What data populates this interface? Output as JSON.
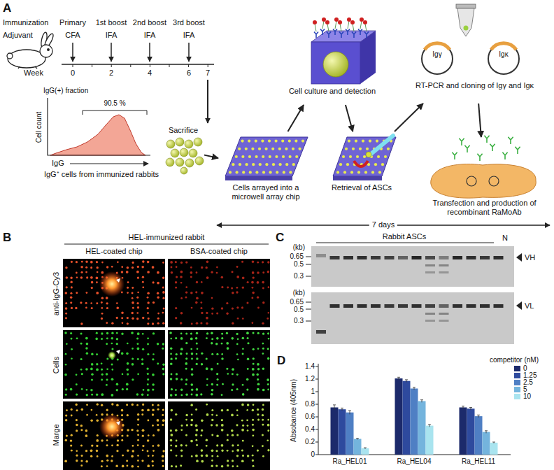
{
  "diagram": {
    "nodes": [
      {
        "text": [
          "Sacrifice"
        ]
      },
      {
        "text": [
          "Cells arrayed into a microwell array chip"
        ]
      },
      {
        "text": [
          "Cell culture and detection"
        ]
      },
      {
        "text": [
          "Retrieval of ASCs"
        ]
      },
      {
        "text": [
          "RT-PCR and cloning of Igγ and Igκ"
        ]
      },
      {
        "text": [
          "Transfection and production of recombinant RaMoAb"
        ]
      }
    ],
    "edges": [
      {
        "from": 0,
        "to": 1,
        "arrow": "to"
      },
      {
        "from": 1,
        "to": 2,
        "arrow": "to"
      },
      {
        "from": 2,
        "to": 3,
        "arrow": "to"
      },
      {
        "from": 3,
        "to": 4,
        "arrow": "to"
      },
      {
        "from": 4,
        "to": 5,
        "arrow": "to"
      }
    ],
    "labels": [
      "A",
      "Immunization",
      "Primary",
      "1st boost",
      "2nd boost",
      "3rd boost",
      "Adjuvant",
      "CFA",
      "IFA",
      "IFA",
      "IFA",
      "Week",
      "0",
      "2",
      "4",
      "6",
      "7",
      "IgG(+) fraction",
      "90.5 %",
      "Cell count",
      "IgG",
      "IgG⁺ cells from immunized rabbits",
      "7 days",
      "Igγ",
      "Igκ",
      "B",
      "HEL-immunized rabbit",
      "HEL-coated chip",
      "BSA-coated chip",
      "anti-IgG-Cy3",
      "Cells",
      "Marge",
      "C",
      "Rabbit ASCs",
      "N",
      "(kb)",
      "0.65",
      "0.5",
      "0.3",
      "VH",
      "(kb)",
      "0.65",
      "0.5",
      "0.3",
      "VL",
      "D",
      "Absobance (405nm)",
      "1.4",
      "1.2",
      "1",
      "0.8",
      "0.6",
      "0.4",
      "0.2",
      "0",
      "Ra_HEL01",
      "Ra_HEL04",
      "Ra_HEL11",
      "competitor (nM)"
    ],
    "legend": [
      {
        "text": "0",
        "color": "#1c2a6b"
      },
      {
        "text": "1.25",
        "color": "#2e4a9e"
      },
      {
        "text": "2.5",
        "color": "#4f7fc4"
      },
      {
        "text": "5",
        "color": "#74b4dd"
      },
      {
        "text": "10",
        "color": "#a9e4ef"
      }
    ]
  }
}
